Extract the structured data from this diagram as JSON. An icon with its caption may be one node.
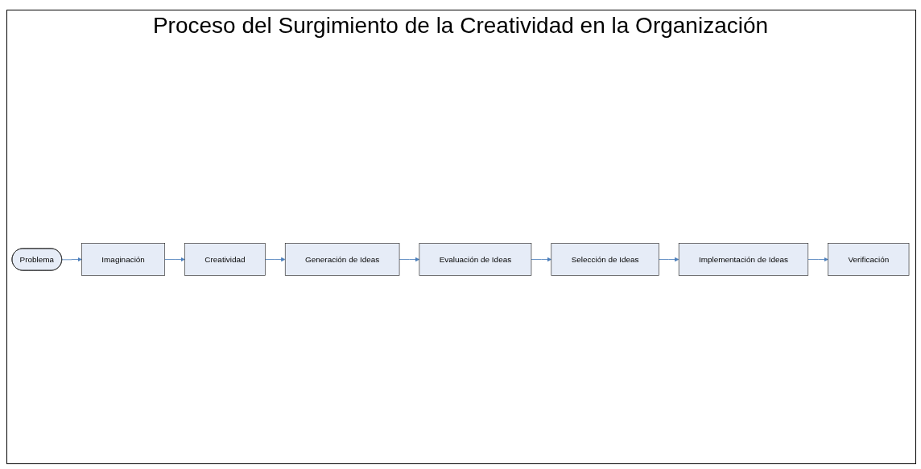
{
  "diagram": {
    "title": "Proceso del Surgimiento de la Creatividad en la Organización",
    "nodes": [
      {
        "text": [
          "Problema"
        ]
      },
      {
        "text": [
          "Imaginación"
        ]
      },
      {
        "text": [
          "Creatividad"
        ]
      },
      {
        "text": [
          "Generación de Ideas"
        ]
      },
      {
        "text": [
          "Evaluación de Ideas"
        ]
      },
      {
        "text": [
          "Selección de Ideas"
        ]
      },
      {
        "text": [
          "Implementación de Ideas"
        ]
      },
      {
        "text": [
          "Verificación"
        ]
      }
    ],
    "edges": [
      {
        "from": 0,
        "to": 1,
        "arrow": "to"
      },
      {
        "from": 1,
        "to": 2,
        "arrow": "to"
      },
      {
        "from": 2,
        "to": 3,
        "arrow": "to"
      },
      {
        "from": 3,
        "to": 4,
        "arrow": "to"
      },
      {
        "from": 4,
        "to": 5,
        "arrow": "to"
      },
      {
        "from": 5,
        "to": 6,
        "arrow": "to"
      },
      {
        "from": 6,
        "to": 7,
        "arrow": "to"
      }
    ]
  }
}
